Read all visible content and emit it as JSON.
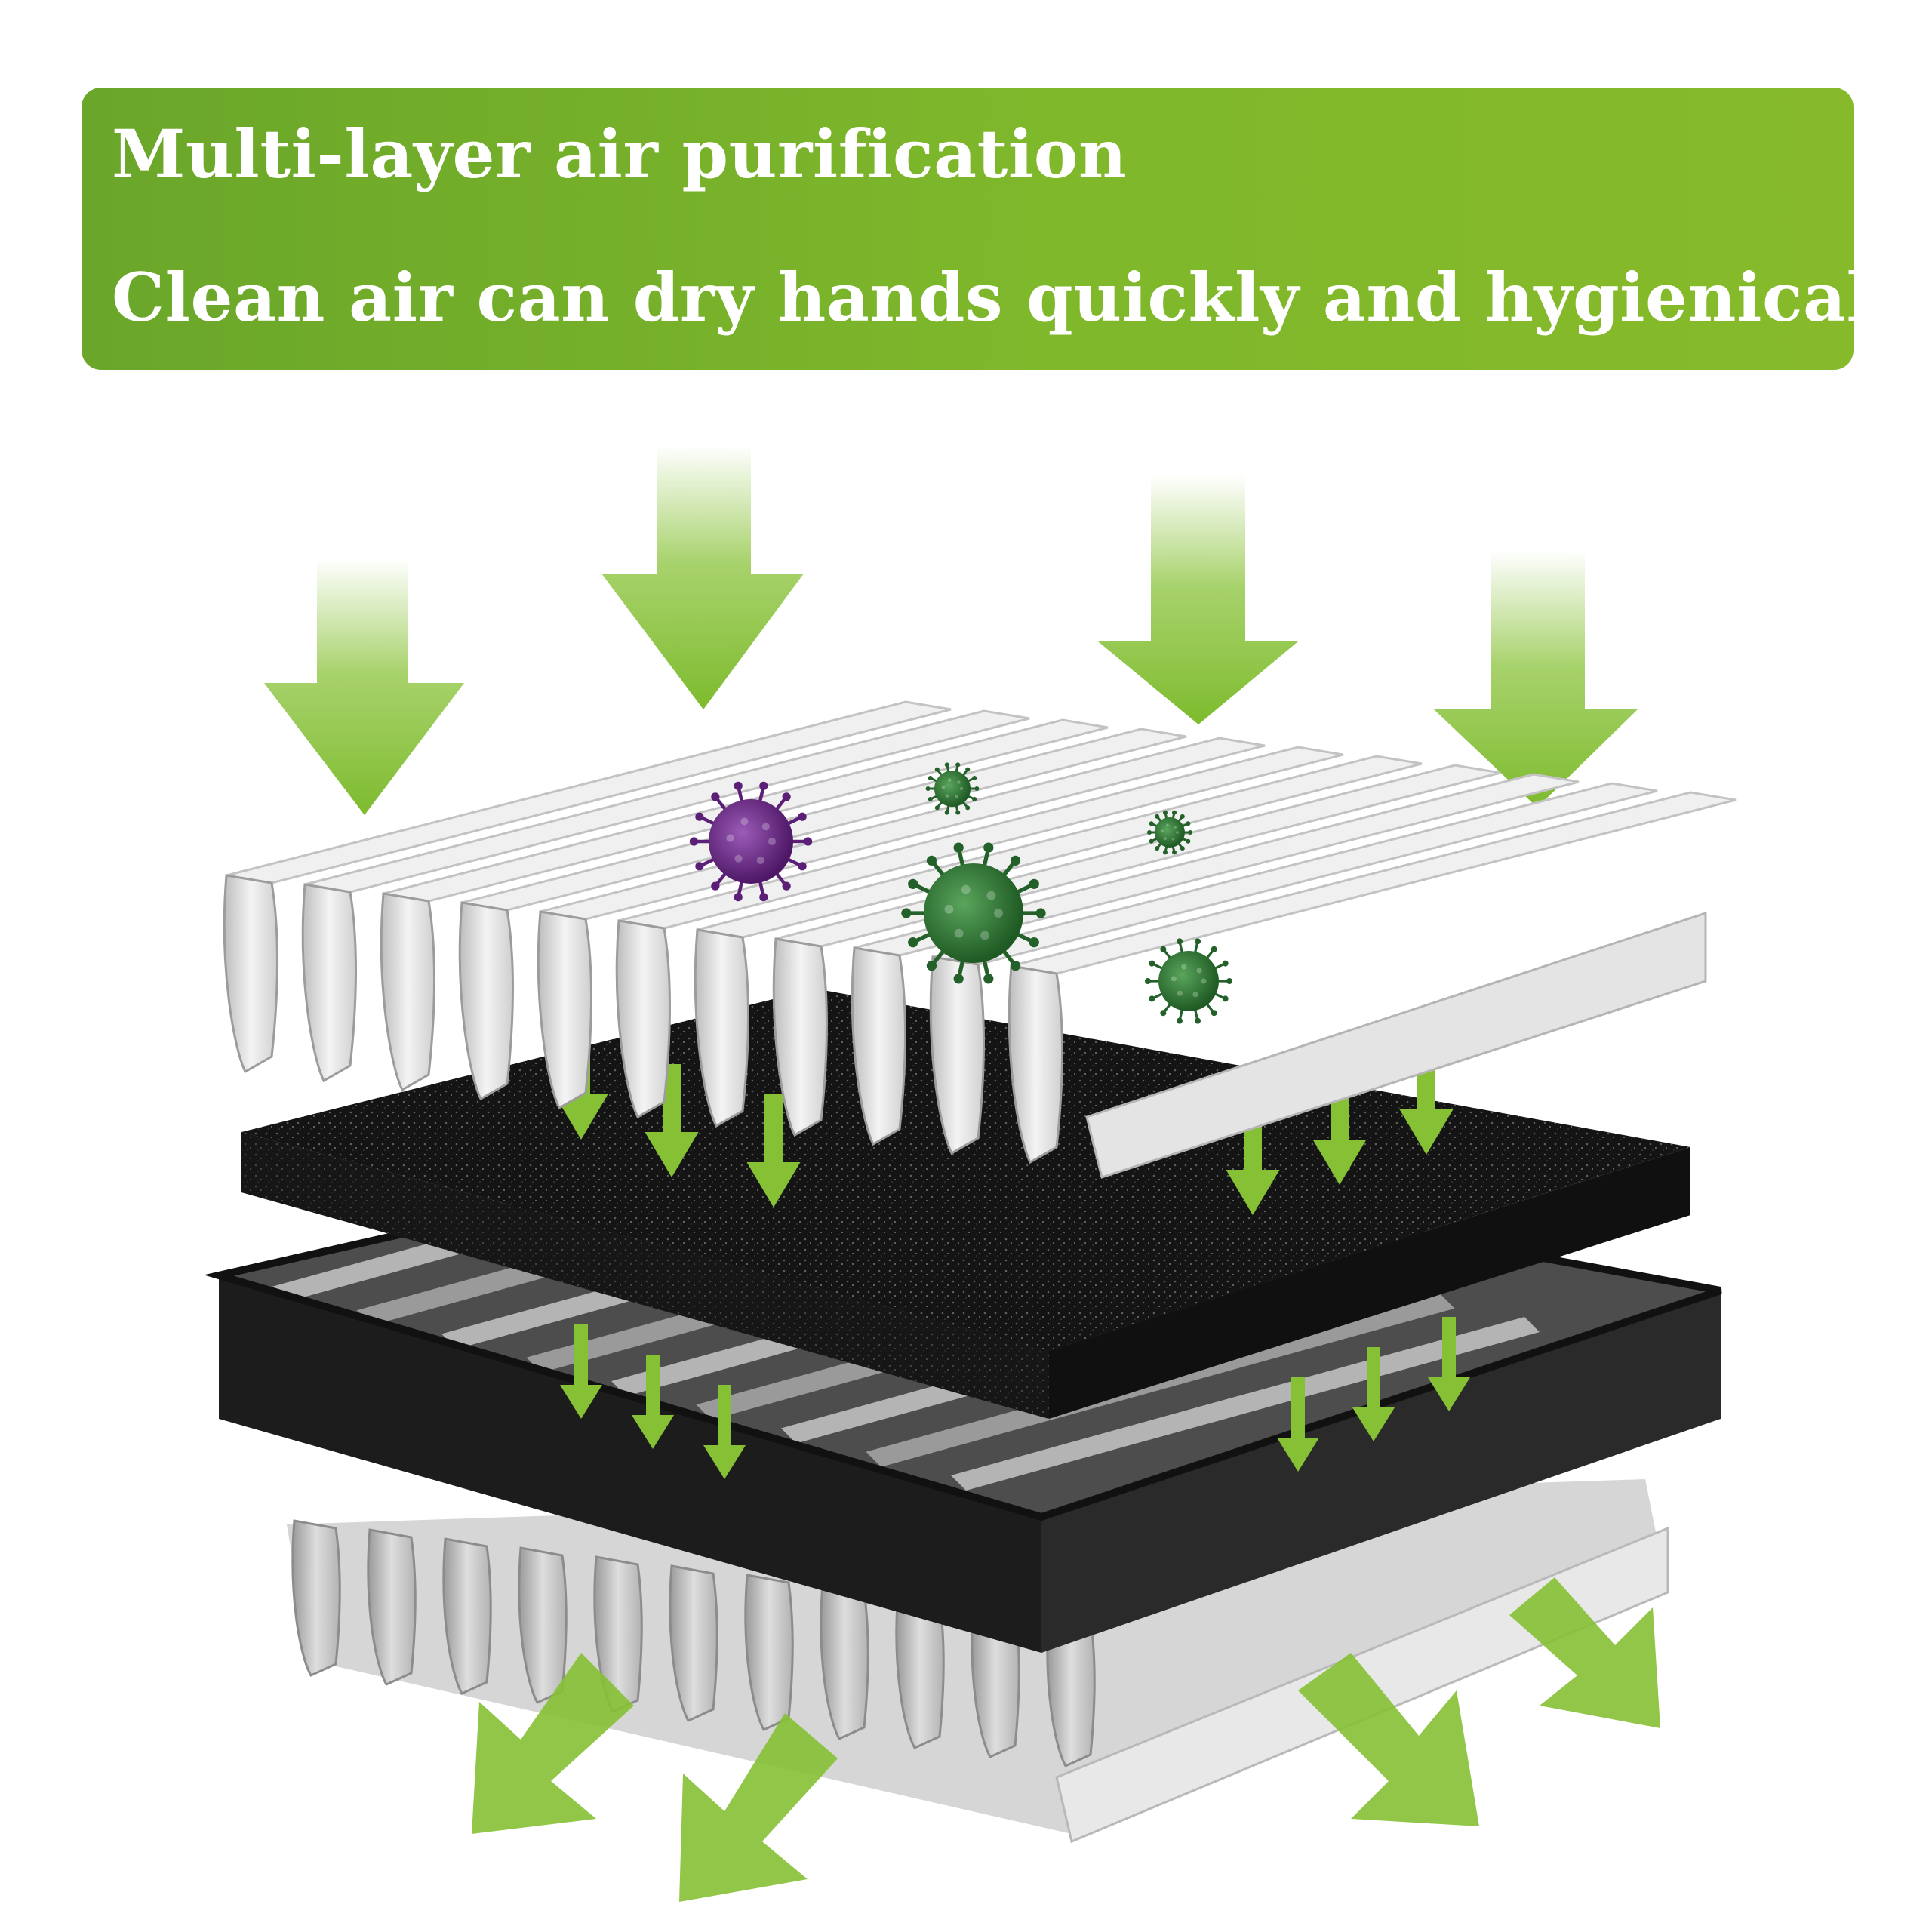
{
  "banner": {
    "title": "Multi-layer air purification",
    "subtitle": "Clean air can dry hands quickly and hygienically"
  },
  "colors": {
    "banner_green": "#7fb82b",
    "arrow_green": "#8ac33a",
    "pleat_white": "#e9e9e9",
    "carbon_black": "#161616",
    "frame_black": "#1c1c1c",
    "germ_purple": "#6b2a86",
    "germ_green": "#2e7a32"
  },
  "layers": [
    "top-pleated-filter-layer",
    "activated-carbon-layer",
    "frame-layer",
    "bottom-pleated-filter-layer"
  ],
  "icons": [
    "intake-arrow-icon",
    "flow-arrow-icon",
    "exhaust-arrow-icon",
    "virus-icon"
  ]
}
